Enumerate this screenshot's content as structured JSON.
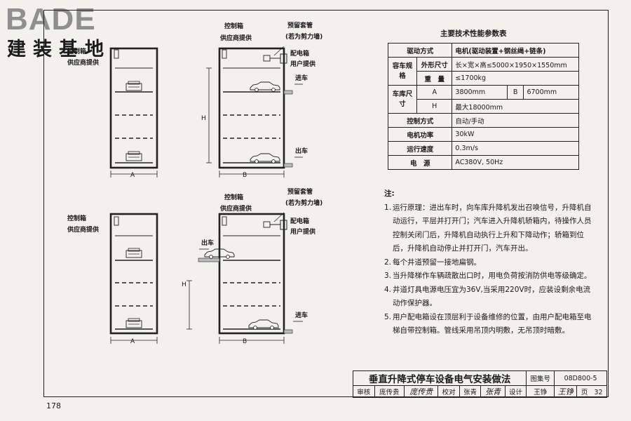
{
  "logo": {
    "text": "BADE",
    "subtitle": "建装基地"
  },
  "page_number": "178",
  "diagrams": {
    "cabinet_label": "控制箱",
    "supplier_label": "供应商提供",
    "embedded_pipe": "预留套管",
    "shear_wall_note": "(若为剪力墙)",
    "distribution_box": "配电箱",
    "user_provided": "用户提供",
    "entry": "进车",
    "exit": "出车",
    "dim_a": "A",
    "dim_b": "B",
    "dim_h": "H"
  },
  "params": {
    "title": "主要技术性能参数表",
    "drive_label": "驱动方式",
    "drive_value": "电机(驱动装置+钢丝绳+链条)",
    "car_spec_label": "容车规格",
    "dimensions_label": "外形尺寸",
    "dimensions_value": "长×宽×高≤5000×1950×1550mm",
    "weight_label": "重　量",
    "weight_value": "≤1700kg",
    "garage_size_label": "车库尺寸",
    "a_label": "A",
    "a_value": "3800mm",
    "b_label": "B",
    "b_value": "6700mm",
    "h_label": "H",
    "h_value": "最大18000mm",
    "control_label": "控制方式",
    "control_value": "自动/手动",
    "motor_label": "电机功率",
    "motor_value": "30kW",
    "speed_label": "运行速度",
    "speed_value": "0.3m/s",
    "power_label": "电　源",
    "power_value": "AC380V, 50Hz"
  },
  "notes": {
    "title": "注:",
    "items": [
      {
        "num": "1.",
        "text": "运行原理：进出车时，向车库升降机发出召唤信号，升降机自动运行，平层并打开门；汽车进入升降机轿箱内，待操作人员控制关闭门后，升降机自动执行上升和下降动作；轿箱到位后，升降机自动停止并打开门，汽车开出。"
      },
      {
        "num": "2.",
        "text": "每个井道预留一接地扁钢。"
      },
      {
        "num": "3.",
        "text": "当升降梯作车辆疏散出口时，用电负荷按消防供电等级确定。"
      },
      {
        "num": "4.",
        "text": "井道灯具电源电压宜为36V,当采用220V时，应装设剩余电流动作保护器。"
      },
      {
        "num": "5.",
        "text": "用户配电箱设在顶层利于设备维修的位置，由用户配电箱至电梯自带控制箱。管线采用吊顶内明敷，无吊顶时暗敷。"
      }
    ]
  },
  "title_block": {
    "title": "垂直升降式停车设备电气安装做法",
    "atlas_label": "图集号",
    "atlas_value": "08D800-5",
    "review_label": "审核",
    "reviewer": "庞传贵",
    "reviewer_sign": "庞传贵",
    "check_label": "校对",
    "checker": "张青",
    "checker_sign": "张青",
    "design_label": "设计",
    "designer": "王铮",
    "designer_sign": "王铮",
    "page_label": "页",
    "page_value": "32"
  }
}
